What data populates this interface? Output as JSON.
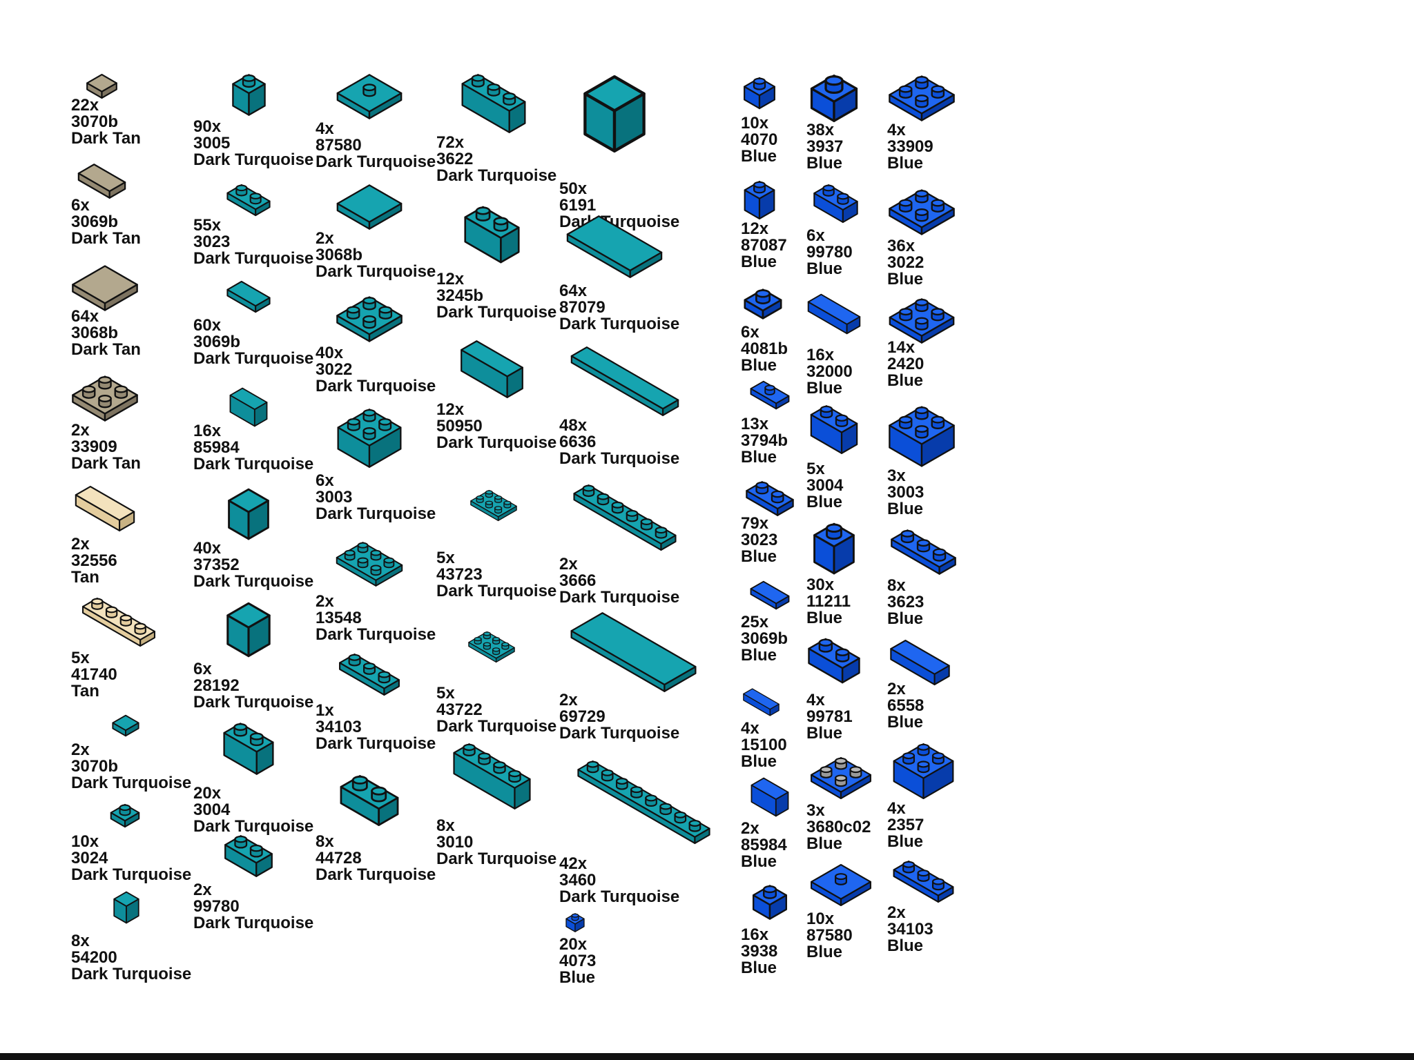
{
  "colors": {
    "Dark Tan": {
      "face": "#958a73",
      "top": "#b3a88e",
      "side": "#7d7360"
    },
    "Tan": {
      "face": "#e4cd9e",
      "top": "#f3e2bd",
      "side": "#c8b283"
    },
    "Dark Turquoise": {
      "face": "#0e8e9b",
      "top": "#16a4b0",
      "side": "#08727d"
    },
    "Blue": {
      "face": "#0b4fd8",
      "top": "#1f66f0",
      "side": "#073cab"
    },
    "outline": "#111111",
    "stud_grey": "#b8b8b8"
  },
  "parts": [
    {
      "qty": "22x",
      "part_no": "3070b",
      "color": "Dark Tan",
      "shape": "tile-1x1-icon"
    },
    {
      "qty": "6x",
      "part_no": "3069b",
      "color": "Dark Tan",
      "shape": "tile-1x2-icon"
    },
    {
      "qty": "64x",
      "part_no": "3068b",
      "color": "Dark Tan",
      "shape": "tile-2x2-icon"
    },
    {
      "qty": "2x",
      "part_no": "33909",
      "color": "Dark Tan",
      "shape": "tile-corner-studs-icon"
    },
    {
      "qty": "2x",
      "part_no": "32556",
      "color": "Tan",
      "shape": "technic-pin-icon"
    },
    {
      "qty": "5x",
      "part_no": "41740",
      "color": "Tan",
      "shape": "plate-1x4-offset-icon"
    },
    {
      "qty": "2x",
      "part_no": "3070b",
      "color": "Dark Turquoise",
      "shape": "tile-1x1-icon"
    },
    {
      "qty": "10x",
      "part_no": "3024",
      "color": "Dark Turquoise",
      "shape": "plate-1x1-icon"
    },
    {
      "qty": "8x",
      "part_no": "54200",
      "color": "Dark Turquoise",
      "shape": "slope-1x1-icon"
    },
    {
      "qty": "90x",
      "part_no": "3005",
      "color": "Dark Turquoise",
      "shape": "brick-1x1-icon"
    },
    {
      "qty": "55x",
      "part_no": "3023",
      "color": "Dark Turquoise",
      "shape": "plate-1x2-icon"
    },
    {
      "qty": "60x",
      "part_no": "3069b",
      "color": "Dark Turquoise",
      "shape": "tile-1x2-icon"
    },
    {
      "qty": "16x",
      "part_no": "85984",
      "color": "Dark Turquoise",
      "shape": "slope-1x2-icon"
    },
    {
      "qty": "40x",
      "part_no": "37352",
      "color": "Dark Turquoise",
      "shape": "curved-slope-icon"
    },
    {
      "qty": "6x",
      "part_no": "28192",
      "color": "Dark Turquoise",
      "shape": "slope-curve-icon"
    },
    {
      "qty": "20x",
      "part_no": "3004",
      "color": "Dark Turquoise",
      "shape": "brick-1x2-icon"
    },
    {
      "qty": "2x",
      "part_no": "99780",
      "color": "Dark Turquoise",
      "shape": "bracket-inverted-icon"
    },
    {
      "qty": "4x",
      "part_no": "87580",
      "color": "Dark Turquoise",
      "shape": "jumper-2x2-icon"
    },
    {
      "qty": "2x",
      "part_no": "3068b",
      "color": "Dark Turquoise",
      "shape": "tile-2x2-icon"
    },
    {
      "qty": "40x",
      "part_no": "3022",
      "color": "Dark Turquoise",
      "shape": "plate-2x2-icon"
    },
    {
      "qty": "6x",
      "part_no": "3003",
      "color": "Dark Turquoise",
      "shape": "brick-2x2-icon"
    },
    {
      "qty": "2x",
      "part_no": "13548",
      "color": "Dark Turquoise",
      "shape": "wedge-2x2-icon"
    },
    {
      "qty": "1x",
      "part_no": "34103",
      "color": "Dark Turquoise",
      "shape": "plate-1x3-icon"
    },
    {
      "qty": "8x",
      "part_no": "44728",
      "color": "Dark Turquoise",
      "shape": "bracket-1x2-2x2-icon"
    },
    {
      "qty": "72x",
      "part_no": "3622",
      "color": "Dark Turquoise",
      "shape": "brick-1x3-icon"
    },
    {
      "qty": "12x",
      "part_no": "3245b",
      "color": "Dark Turquoise",
      "shape": "brick-1x2x2-icon"
    },
    {
      "qty": "12x",
      "part_no": "50950",
      "color": "Dark Turquoise",
      "shape": "curved-slope-1x3-icon"
    },
    {
      "qty": "5x",
      "part_no": "43723",
      "color": "Dark Turquoise",
      "shape": "wedge-plate-right-icon"
    },
    {
      "qty": "5x",
      "part_no": "43722",
      "color": "Dark Turquoise",
      "shape": "wedge-plate-left-icon"
    },
    {
      "qty": "8x",
      "part_no": "3010",
      "color": "Dark Turquoise",
      "shape": "brick-1x4-icon"
    },
    {
      "qty": "50x",
      "part_no": "6191",
      "color": "Dark Turquoise",
      "shape": "arch-curved-icon"
    },
    {
      "qty": "64x",
      "part_no": "87079",
      "color": "Dark Turquoise",
      "shape": "tile-2x4-icon"
    },
    {
      "qty": "48x",
      "part_no": "6636",
      "color": "Dark Turquoise",
      "shape": "tile-1x6-icon"
    },
    {
      "qty": "2x",
      "part_no": "3666",
      "color": "Dark Turquoise",
      "shape": "plate-1x6-icon"
    },
    {
      "qty": "2x",
      "part_no": "69729",
      "color": "Dark Turquoise",
      "shape": "tile-2x6-icon"
    },
    {
      "qty": "42x",
      "part_no": "3460",
      "color": "Dark Turquoise",
      "shape": "plate-1x8-icon"
    },
    {
      "qty": "20x",
      "part_no": "4073",
      "color": "Blue",
      "shape": "round-plate-1x1-icon"
    },
    {
      "qty": "10x",
      "part_no": "4070",
      "color": "Blue",
      "shape": "headlight-brick-icon"
    },
    {
      "qty": "12x",
      "part_no": "87087",
      "color": "Blue",
      "shape": "brick-side-stud-icon"
    },
    {
      "qty": "6x",
      "part_no": "4081b",
      "color": "Blue",
      "shape": "plate-clip-light-icon"
    },
    {
      "qty": "13x",
      "part_no": "3794b",
      "color": "Blue",
      "shape": "jumper-1x2-icon"
    },
    {
      "qty": "79x",
      "part_no": "3023",
      "color": "Blue",
      "shape": "plate-1x2-icon"
    },
    {
      "qty": "25x",
      "part_no": "3069b",
      "color": "Blue",
      "shape": "tile-1x2-icon"
    },
    {
      "qty": "4x",
      "part_no": "15100",
      "color": "Blue",
      "shape": "technic-pin-hole-icon"
    },
    {
      "qty": "2x",
      "part_no": "85984",
      "color": "Blue",
      "shape": "slope-1x2-icon"
    },
    {
      "qty": "16x",
      "part_no": "3938",
      "color": "Blue",
      "shape": "hinge-brick-top-icon"
    },
    {
      "qty": "38x",
      "part_no": "3937",
      "color": "Blue",
      "shape": "hinge-brick-base-icon"
    },
    {
      "qty": "6x",
      "part_no": "99780",
      "color": "Blue",
      "shape": "bracket-inverted-icon"
    },
    {
      "qty": "16x",
      "part_no": "32000",
      "color": "Blue",
      "shape": "technic-brick-holes-icon"
    },
    {
      "qty": "5x",
      "part_no": "3004",
      "color": "Blue",
      "shape": "brick-1x2-icon"
    },
    {
      "qty": "30x",
      "part_no": "11211",
      "color": "Blue",
      "shape": "brick-side-studs-icon"
    },
    {
      "qty": "4x",
      "part_no": "99781",
      "color": "Blue",
      "shape": "bracket-1x2-icon"
    },
    {
      "qty": "3x",
      "part_no": "3680c02",
      "color": "Blue",
      "shape": "turntable-2x2-icon"
    },
    {
      "qty": "10x",
      "part_no": "87580",
      "color": "Blue",
      "shape": "jumper-2x2-icon"
    },
    {
      "qty": "4x",
      "part_no": "33909",
      "color": "Blue",
      "shape": "tile-corner-studs-icon"
    },
    {
      "qty": "36x",
      "part_no": "3022",
      "color": "Blue",
      "shape": "plate-2x2-icon"
    },
    {
      "qty": "14x",
      "part_no": "2420",
      "color": "Blue",
      "shape": "plate-corner-icon"
    },
    {
      "qty": "3x",
      "part_no": "3003",
      "color": "Blue",
      "shape": "brick-2x2-icon"
    },
    {
      "qty": "8x",
      "part_no": "3623",
      "color": "Blue",
      "shape": "plate-1x3-icon"
    },
    {
      "qty": "2x",
      "part_no": "6558",
      "color": "Blue",
      "shape": "technic-pin-long-icon"
    },
    {
      "qty": "4x",
      "part_no": "2357",
      "color": "Blue",
      "shape": "brick-corner-icon"
    },
    {
      "qty": "2x",
      "part_no": "34103",
      "color": "Blue",
      "shape": "plate-1x3-jumper-icon"
    }
  ]
}
